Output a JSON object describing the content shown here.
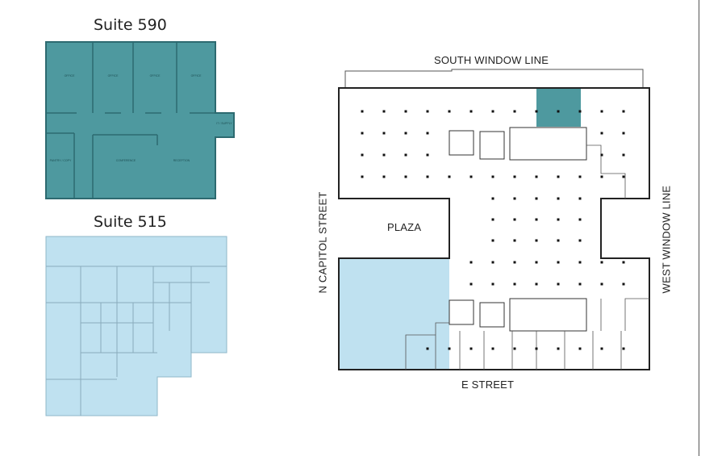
{
  "suite_590": {
    "title": "Suite 590",
    "color": "#4e999f",
    "rooms": [
      "OFFICE",
      "OFFICE",
      "OFFICE",
      "OFFICE",
      "PANTRY / COPY",
      "CONFERENCE",
      "RECEPTION",
      "IT / SUPPLY"
    ]
  },
  "suite_515": {
    "title": "Suite 515",
    "color": "#bfe1f0"
  },
  "building_plan": {
    "north_label": "SOUTH WINDOW LINE",
    "east_label": "WEST WINDOW LINE",
    "west_label": "N CAPITOL STREET",
    "south_label": "E STREET",
    "plaza_label": "PLAZA"
  }
}
